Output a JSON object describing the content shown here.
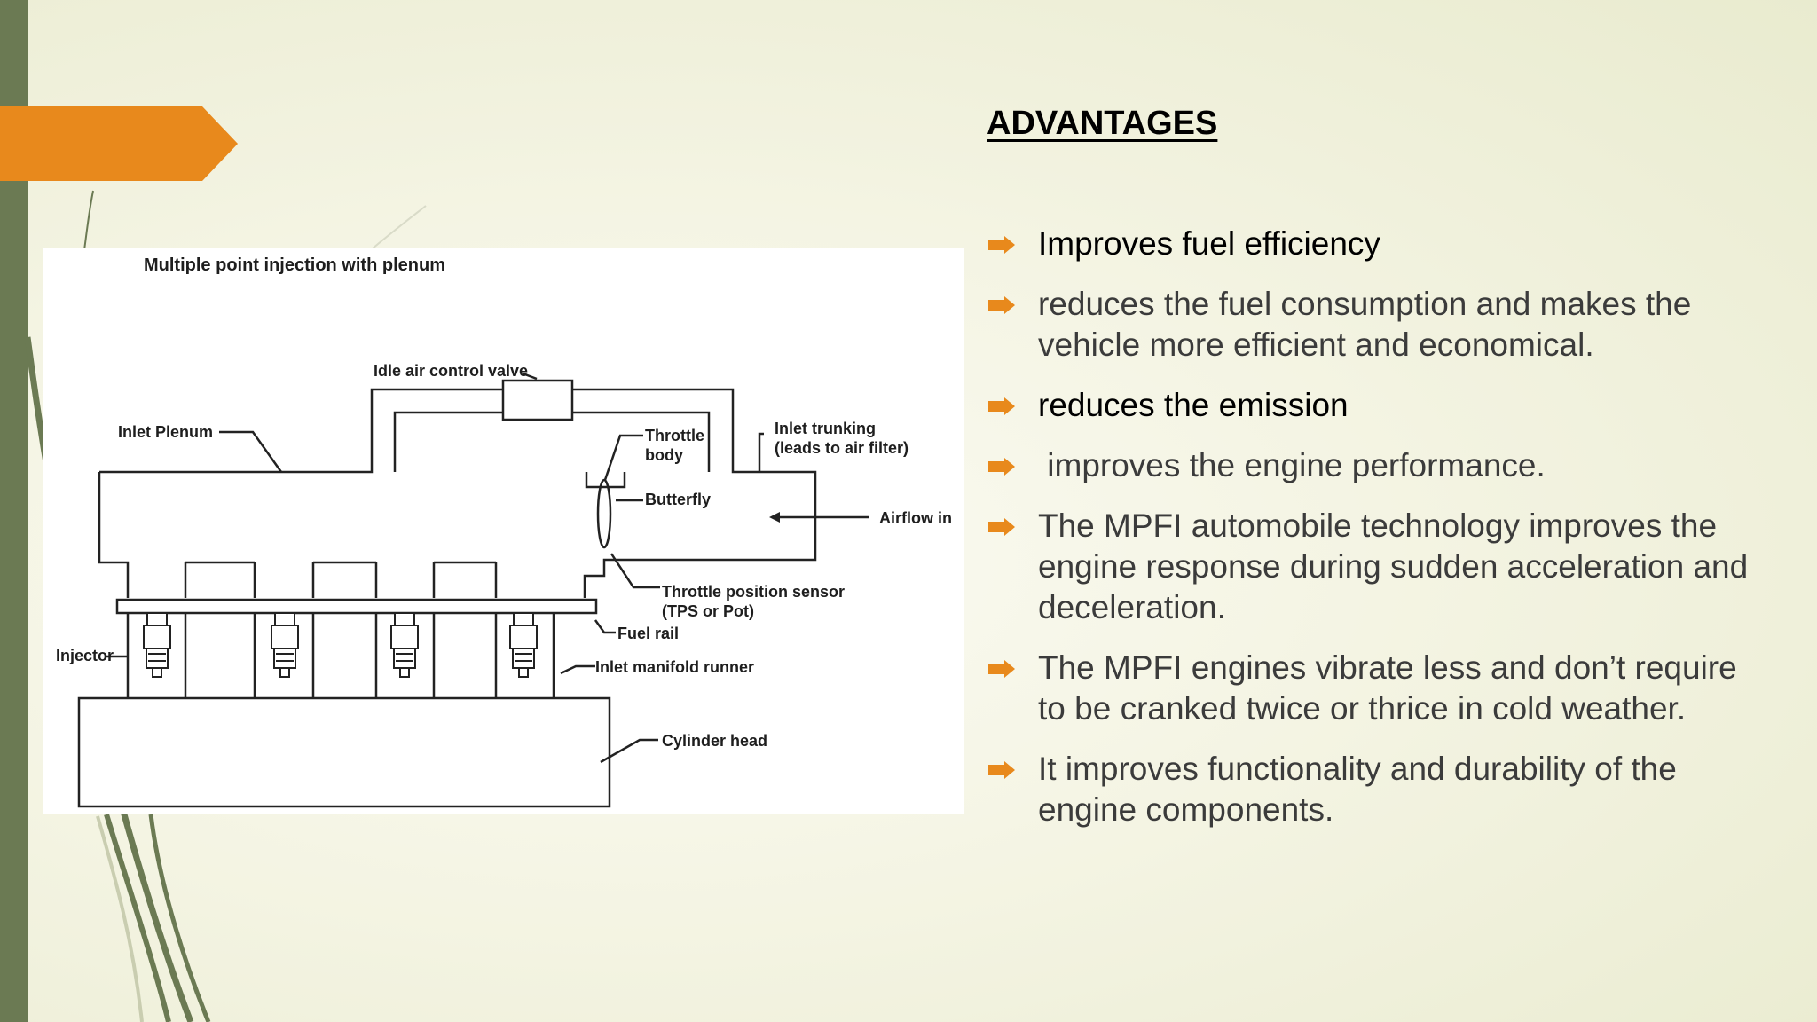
{
  "heading": "ADVANTAGES",
  "bullets": [
    "Improves fuel efficiency",
    "reduces the fuel consumption and makes the vehicle more efficient and economical.",
    "reduces the emission",
    " improves the engine performance.",
    "The MPFI automobile technology improves the engine response during sudden acceleration and deceleration.",
    "The MPFI engines vibrate less and don’t require to be cranked twice or thrice in cold weather.",
    "It improves functionality and durability of the engine components."
  ],
  "diagram": {
    "title": "Multiple point injection with plenum",
    "labels": {
      "idle_air_control_valve": "Idle air control valve",
      "inlet_plenum": "Inlet Plenum",
      "throttle_body_1": "Throttle",
      "throttle_body_2": "body",
      "inlet_trunking_1": "Inlet trunking",
      "inlet_trunking_2": "(leads to air filter)",
      "butterfly": "Butterfly",
      "airflow_in": "Airflow in",
      "throttle_position_sensor_1": "Throttle position sensor",
      "throttle_position_sensor_2": "(TPS or Pot)",
      "fuel_rail": "Fuel rail",
      "injector": "Injector",
      "inlet_manifold_runner": "Inlet manifold runner",
      "cylinder_head": "Cylinder head"
    }
  },
  "colors": {
    "accent_orange": "#e8891c",
    "side_bar_green": "#6b7a53",
    "bullet_orange": "#e8891c"
  }
}
